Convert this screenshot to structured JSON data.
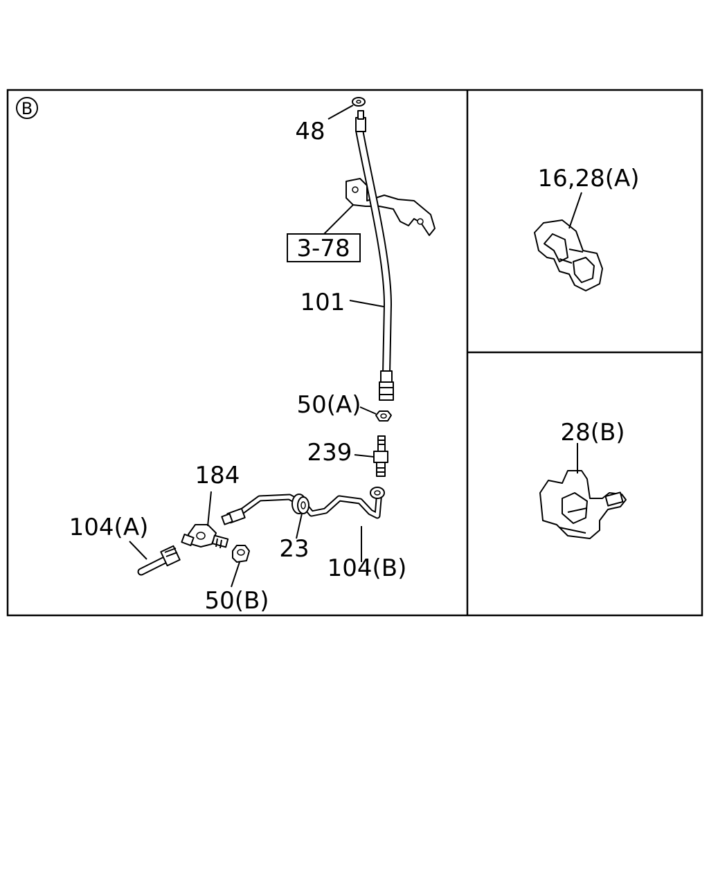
{
  "view_marker": "B",
  "labels": {
    "p48": "48",
    "p3_78": "3-78",
    "p101": "101",
    "p50a": "50(A)",
    "p239": "239",
    "p184": "184",
    "p104a": "104(A)",
    "p23": "23",
    "p104b": "104(B)",
    "p50b": "50(B)",
    "p16_28a": "16,28(A)",
    "p28b": "28(B)"
  },
  "colors": {
    "line": "#000000",
    "background": "#ffffff"
  }
}
